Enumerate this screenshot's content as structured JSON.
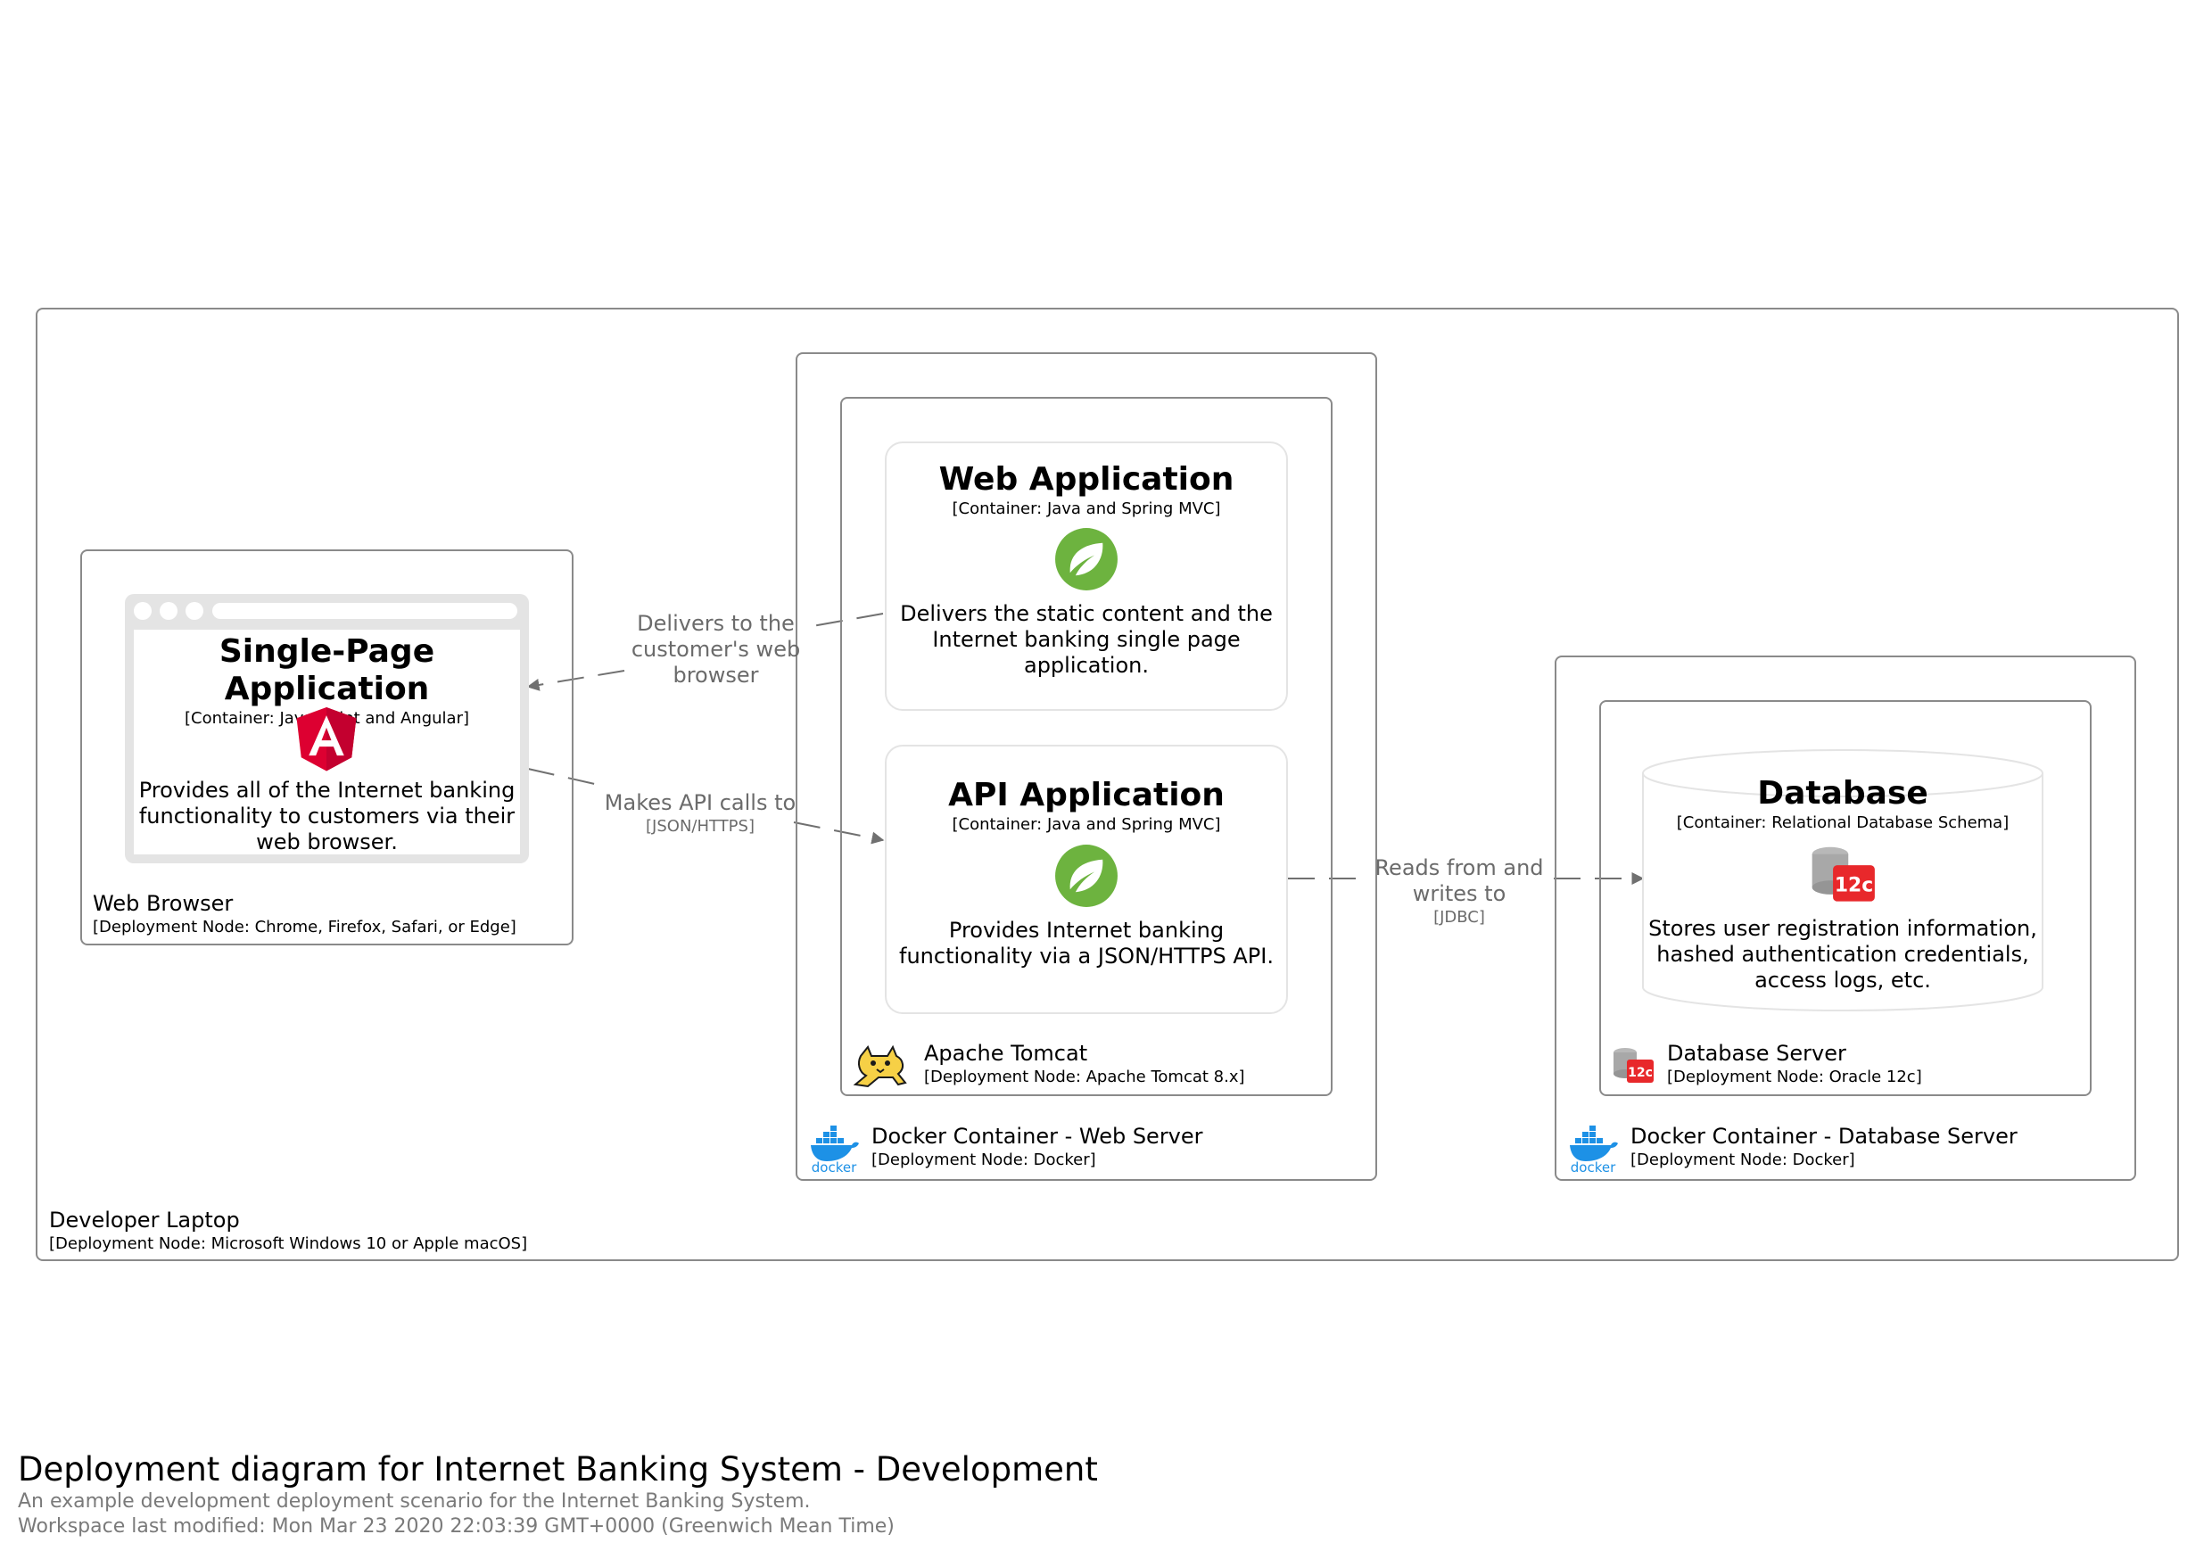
{
  "diagram": {
    "title": "Deployment diagram for Internet Banking System - Development",
    "description": "An example development deployment scenario for the Internet Banking System.",
    "last_modified": "Workspace last modified: Mon Mar 23 2020 22:03:39 GMT+0000 (Greenwich Mean Time)"
  },
  "nodes": {
    "developer_laptop": {
      "name": "Developer Laptop",
      "tech": "[Deployment Node: Microsoft Windows 10 or Apple macOS]"
    },
    "web_browser": {
      "name": "Web Browser",
      "tech": "[Deployment Node: Chrome, Firefox, Safari, or Edge]"
    },
    "docker_web": {
      "name": "Docker Container - Web Server",
      "tech": "[Deployment Node: Docker]",
      "icon": "docker-icon"
    },
    "tomcat": {
      "name": "Apache Tomcat",
      "tech": "[Deployment Node: Apache Tomcat 8.x]",
      "icon": "tomcat-icon"
    },
    "docker_db": {
      "name": "Docker Container - Database Server",
      "tech": "[Deployment Node: Docker]",
      "icon": "docker-icon"
    },
    "db_server": {
      "name": "Database Server",
      "tech": "[Deployment Node: Oracle 12c]",
      "icon": "oracle-12c-icon"
    }
  },
  "containers": {
    "spa": {
      "name": "Single-Page Application",
      "tech": "[Container: JavaScript and Angular]",
      "description": [
        "Provides all of the Internet banking",
        "functionality to customers via their",
        "web browser."
      ],
      "icon": "angular-icon"
    },
    "web_app": {
      "name": "Web Application",
      "tech": "[Container: Java and Spring MVC]",
      "description": [
        "Delivers the static content and the",
        "Internet banking single page",
        "application."
      ],
      "icon": "spring-icon"
    },
    "api_app": {
      "name": "API Application",
      "tech": "[Container: Java and Spring MVC]",
      "description": [
        "Provides Internet banking",
        "functionality via a JSON/HTTPS API."
      ],
      "icon": "spring-icon"
    },
    "database": {
      "name": "Database",
      "tech": "[Container: Relational Database Schema]",
      "description": [
        "Stores user registration information,",
        "hashed authentication credentials,",
        "access logs, etc."
      ],
      "icon": "oracle-12c-icon"
    }
  },
  "relationships": {
    "delivers": {
      "label": [
        "Delivers to the",
        "customer's web",
        "browser"
      ],
      "tech": ""
    },
    "api_calls": {
      "label": [
        "Makes API calls to"
      ],
      "tech": "[JSON/HTTPS]"
    },
    "reads": {
      "label": [
        "Reads from and",
        "writes to"
      ],
      "tech": "[JDBC]"
    }
  },
  "colors": {
    "border": "#8a8a8a",
    "container_border": "#e4e4e4",
    "relationship": "#707070",
    "angular_red": "#dd0031",
    "spring_green": "#6db33f",
    "docker_blue": "#1d91e6",
    "oracle_red": "#e8282b"
  }
}
